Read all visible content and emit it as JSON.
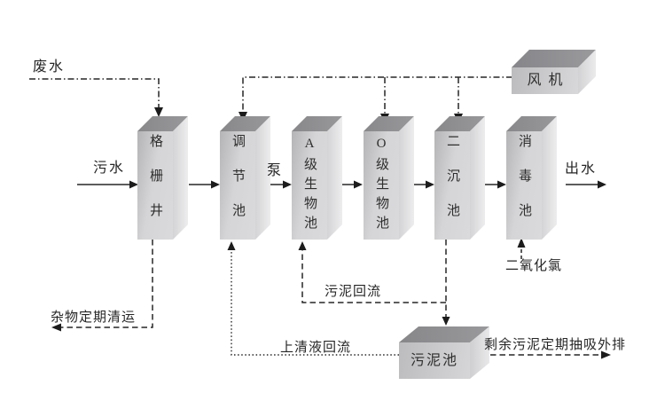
{
  "diagram": {
    "inputs": {
      "waste_water": "废水",
      "sewage": "污水"
    },
    "flow_labels": {
      "pump": "泵",
      "effluent": "出水"
    },
    "tanks": [
      {
        "label": "格栅井"
      },
      {
        "label": "调节池"
      },
      {
        "label": "A级生物池"
      },
      {
        "label": "O级生物池"
      },
      {
        "label": "二沉池"
      },
      {
        "label": "消毒池"
      }
    ],
    "equipment": {
      "blower": "风机",
      "sludge_tank": "污泥池"
    },
    "annotations": {
      "debris_removal": "杂物定期清运",
      "sludge_return": "污泥回流",
      "supernatant_return": "上清液回流",
      "chlorine_dioxide": "二氧化氯",
      "excess_sludge_discharge": "剩余污泥定期抽吸外排"
    },
    "colors": {
      "background": "#ffffff",
      "tank_front": "#d5d5d7",
      "tank_top": "#8d8d90",
      "tank_side": "#e9e9ea",
      "line": "#262626",
      "text": "#262626"
    }
  }
}
